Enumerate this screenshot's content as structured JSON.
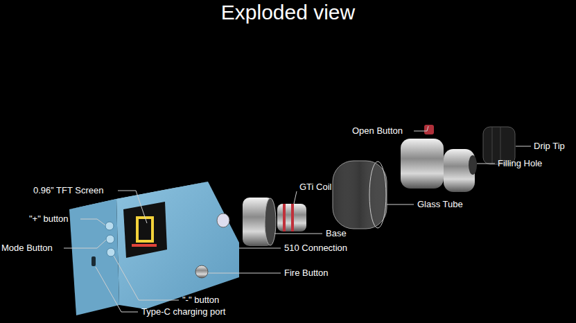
{
  "diagram": {
    "title": "Exploded view",
    "labels": [
      "Open Button",
      "Drip Tip",
      "Filling Hole",
      "0.96” TFT Screen",
      "GTi Coil",
      "Glass Tube",
      "\"+\" button",
      "Base",
      "Mode Button",
      "510 Connection",
      "Fire Button",
      "\"-\" button",
      "Type-C charging port"
    ]
  }
}
